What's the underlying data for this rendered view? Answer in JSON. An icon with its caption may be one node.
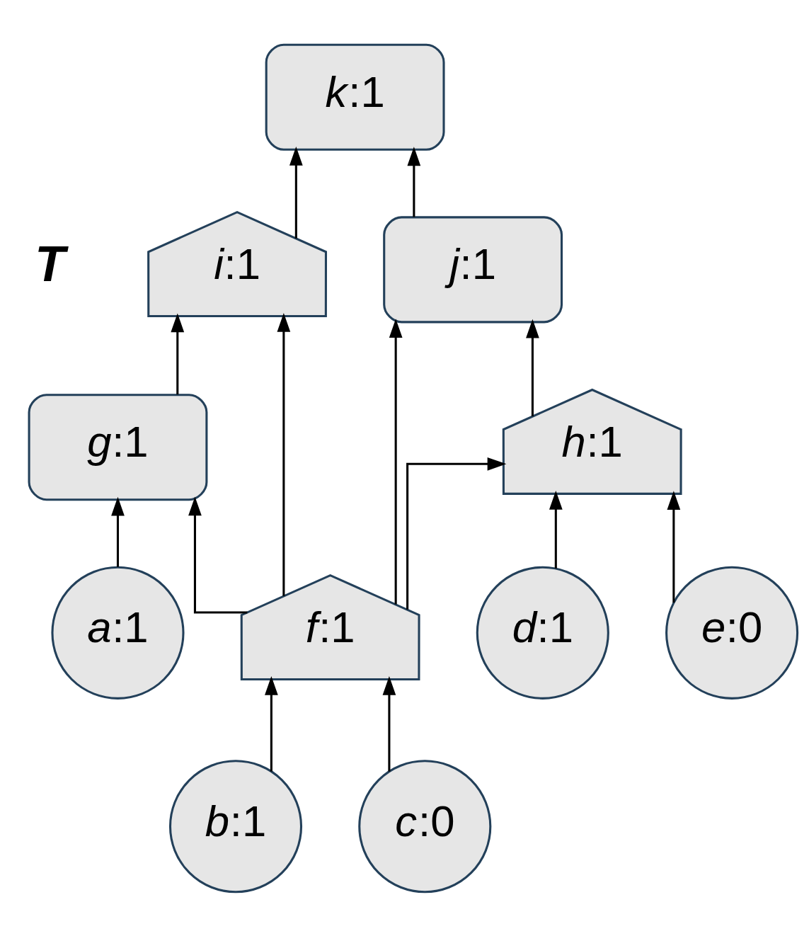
{
  "diagram": {
    "nodes": [
      {
        "text": [
          "*k*:1"
        ]
      },
      {
        "text": [
          "*i*:1"
        ]
      },
      {
        "text": [
          "*j*:1"
        ]
      },
      {
        "text": [
          "*g*:1"
        ]
      },
      {
        "text": [
          "*h*:1"
        ]
      },
      {
        "text": [
          "*a*:1"
        ]
      },
      {
        "text": [
          "*f*:1"
        ]
      },
      {
        "text": [
          "*d*:1"
        ]
      },
      {
        "text": [
          "*e*:0"
        ]
      },
      {
        "text": [
          "*b*:1"
        ]
      },
      {
        "text": [
          "*c*:0"
        ]
      }
    ],
    "edges": [
      {
        "from": 1,
        "to": 0,
        "arrow": "to"
      },
      {
        "from": 2,
        "to": 0,
        "arrow": "to"
      },
      {
        "from": 3,
        "to": 1,
        "arrow": "to"
      },
      {
        "from": 6,
        "to": 1,
        "arrow": "to"
      },
      {
        "from": 6,
        "to": 2,
        "arrow": "to"
      },
      {
        "from": 4,
        "to": 2,
        "arrow": "to"
      },
      {
        "from": 5,
        "to": 3,
        "arrow": "to"
      },
      {
        "from": 6,
        "to": 3,
        "arrow": "to"
      },
      {
        "from": 6,
        "to": 4,
        "arrow": "to"
      },
      {
        "from": 7,
        "to": 4,
        "arrow": "to"
      },
      {
        "from": 8,
        "to": 4,
        "arrow": "to"
      },
      {
        "from": 9,
        "to": 6,
        "arrow": "to"
      },
      {
        "from": 10,
        "to": 6,
        "arrow": "to"
      }
    ],
    "labels": [
      "T"
    ]
  }
}
